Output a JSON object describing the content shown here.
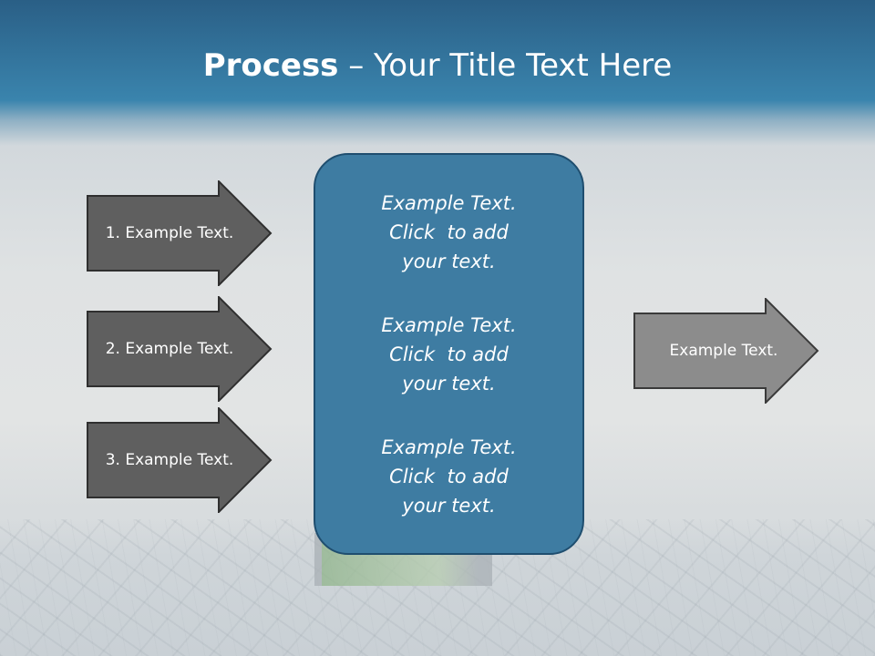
{
  "title": {
    "bold": "Process",
    "rest": " – Your Title Text Here"
  },
  "left_arrows": [
    {
      "label": "1. Example Text."
    },
    {
      "label": "2. Example Text."
    },
    {
      "label": "3. Example Text."
    }
  ],
  "center_box": {
    "blocks": [
      {
        "line1": "Example Text.",
        "line2": "Click  to add",
        "line3": "your text."
      },
      {
        "line1": "Example Text.",
        "line2": "Click  to add",
        "line3": "your text."
      },
      {
        "line1": "Example Text.",
        "line2": "Click  to add",
        "line3": "your text."
      }
    ]
  },
  "right_arrow": {
    "label": "Example Text."
  },
  "colors": {
    "header": "#3a84ad",
    "center_box": "#3e7ca2",
    "left_arrow": "#5f5f5f",
    "right_arrow": "#8c8c8c"
  }
}
